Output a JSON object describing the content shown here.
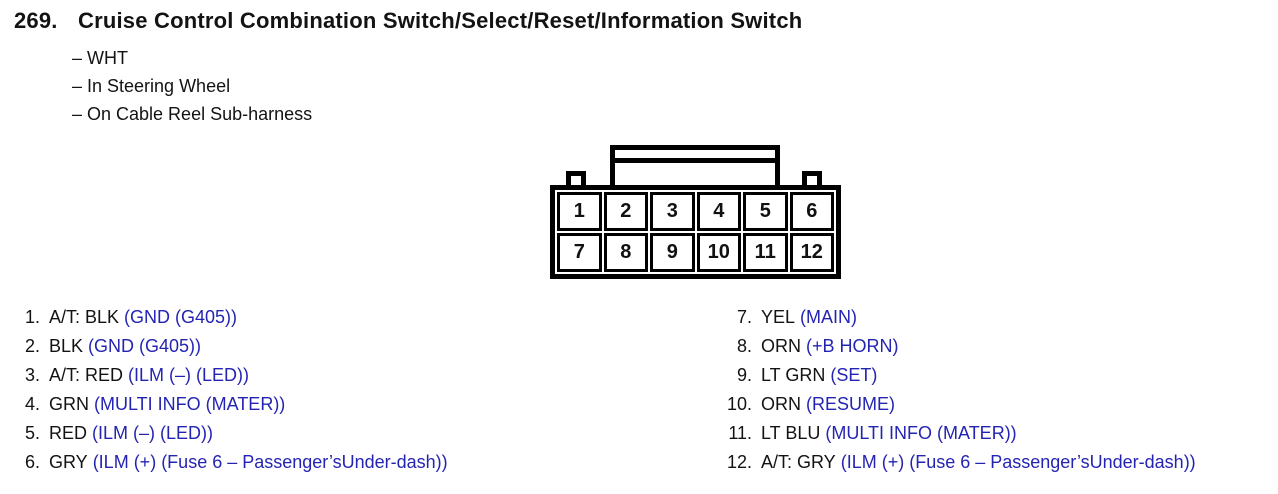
{
  "page": {
    "background": "#ffffff",
    "ink_color": "#000000",
    "text_color": "#131313",
    "accent_blue": "#2424b2"
  },
  "header": {
    "item_number": "269.",
    "title": "Cruise Control Combination Switch/Select/Reset/Information Switch",
    "notes": [
      "– WHT",
      "– In Steering Wheel",
      "– On Cable Reel Sub-harness"
    ]
  },
  "connector": {
    "description": "12-pin connector, front view, 2 rows of 6 cavities with top latch tab",
    "pins": [
      "1",
      "2",
      "3",
      "4",
      "5",
      "6",
      "7",
      "8",
      "9",
      "10",
      "11",
      "12"
    ]
  },
  "pins": {
    "left": [
      {
        "num": "1.",
        "wire": "A/T: BLK",
        "signal": "(GND (G405))"
      },
      {
        "num": "2.",
        "wire": "BLK",
        "signal": "(GND (G405))"
      },
      {
        "num": "3.",
        "wire": "A/T: RED",
        "signal": "(ILM (–) (LED))"
      },
      {
        "num": "4.",
        "wire": "GRN",
        "signal": "(MULTI INFO (MATER))"
      },
      {
        "num": "5.",
        "wire": "RED",
        "signal": "(ILM (–) (LED))"
      },
      {
        "num": "6.",
        "wire": "GRY",
        "signal": "(ILM (+) (Fuse 6 – Passenger’sUnder-dash))"
      }
    ],
    "right": [
      {
        "num": "7.",
        "wire": "YEL",
        "signal": "(MAIN)"
      },
      {
        "num": "8.",
        "wire": "ORN",
        "signal": "(+B HORN)"
      },
      {
        "num": "9.",
        "wire": "LT GRN",
        "signal": "(SET)"
      },
      {
        "num": "10.",
        "wire": "ORN",
        "signal": "(RESUME)"
      },
      {
        "num": "11.",
        "wire": "LT BLU",
        "signal": "(MULTI INFO (MATER))"
      },
      {
        "num": "12.",
        "wire": "A/T: GRY",
        "signal": "(ILM (+) (Fuse 6 – Passenger’sUnder-dash))"
      }
    ]
  }
}
